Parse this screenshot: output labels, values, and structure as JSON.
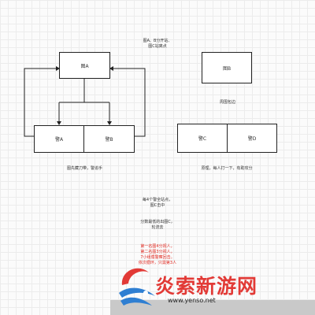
{
  "diagram": {
    "nodes": {
      "top_left": "图A",
      "bottom_left_a": "警A",
      "bottom_left_b": "警B",
      "top_right": "图B",
      "bottom_right_c": "警C",
      "bottom_right_d": "警D"
    },
    "notes": {
      "top_line1": "图A、B分开站、",
      "top_line2": "图C站离点",
      "right_mid": "周围包边",
      "left_bottom": "图先藏刀带，警追手",
      "right_bottom": "原理，每人打一下，有助攻分",
      "center_1_line1": "每4个警全站点，",
      "center_1_line2": "图C击中",
      "center_2_line1": "分数最低的出图C，",
      "center_2_line2": "轮流去",
      "red_line1": "第一名图4分视人，",
      "red_line2": "第二名图3分视人，",
      "red_line3": "7小组循警察回击。",
      "red_line4": "依次循环，只需第3人"
    }
  },
  "watermark": {
    "brand": "炎索新游网",
    "url": "www.yenso.net"
  },
  "colors": {
    "annotation_red": "#e0271e",
    "watermark_red": "#e23a36",
    "watermark_blue": "#2f7fd2"
  }
}
